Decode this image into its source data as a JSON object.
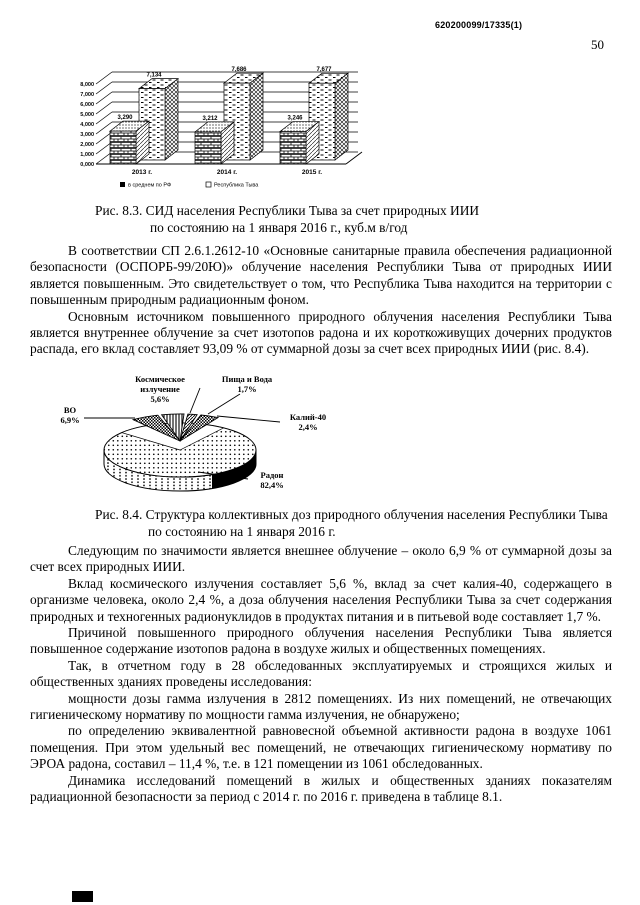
{
  "header": {
    "doc_code": "620200099/17335(1)",
    "page_number": "50"
  },
  "chart_data": [
    {
      "type": "bar",
      "title": "СИД населения Республики Тыва за счет природных ИИИ по состоянию на 1 января 2016 г., куб.м в/год",
      "categories": [
        "2013 г.",
        "2014 г.",
        "2015 г."
      ],
      "series": [
        {
          "name": "в среднем по РФ",
          "values": [
            3290,
            3212,
            3246
          ],
          "labels": [
            "3,290",
            "3,212",
            "3,246"
          ]
        },
        {
          "name": "Республика Тыва",
          "values": [
            7134,
            7686,
            7677
          ],
          "labels": [
            "7,134",
            "7,686",
            "7,677"
          ]
        }
      ],
      "ylim": [
        0,
        8000
      ],
      "yticks": [
        "8,000",
        "7,000",
        "6,000",
        "5,000",
        "4,000",
        "3,000",
        "2,000",
        "1,000",
        "0,000"
      ],
      "grid": true,
      "legend_position": "bottom",
      "style": "3d-monochrome-patterned"
    },
    {
      "type": "pie",
      "title": "Структура коллективных доз природного облучения населения Республики Тыва по состоянию на 1 января 2016 г.",
      "slices": [
        {
          "label": "Радон",
          "pct": 82.4
        },
        {
          "label": "ВО",
          "pct": 6.9
        },
        {
          "label": "Космическое излучение",
          "pct": 5.6
        },
        {
          "label": "Калий-40",
          "pct": 2.4
        },
        {
          "label": "Пища и Вода",
          "pct": 1.7
        }
      ],
      "style": "3d-exploded-monochrome"
    }
  ],
  "fig83": {
    "caption_line1": "Рис. 8.3.  СИД населения Республики Тыва за счет природных ИИИ",
    "caption_line2": "по состоянию на 1 января 2016 г., куб.м в/год"
  },
  "fig84": {
    "caption_line1": "Рис. 8.4. Структура коллективных доз природного облучения населения Республики Тыва",
    "caption_line2": "по состоянию на 1 января 2016 г."
  },
  "pie_labels": {
    "cosmic": {
      "l1": "Космическое",
      "l2": "излучение",
      "pct": "5,6%"
    },
    "food": {
      "l1": "Пища и Вода",
      "pct": "1,7%"
    },
    "vo": {
      "l1": "ВО",
      "pct": "6,9%"
    },
    "kaliy": {
      "l1": "Калий-40",
      "pct": "2,4%"
    },
    "radon": {
      "l1": "Радон",
      "pct": "82,4%"
    }
  },
  "paragraphs": {
    "p1": "В соответствии СП 2.6.1.2612-10 «Основные санитарные правила обеспечения радиационной безопасности (ОСПОРБ-99/20Ю)» облучение населения Республики Тыва от природных ИИИ является повышенным. Это свидетельствует о том, что Республика Тыва находится на территории с повышенным природным радиационным фоном.",
    "p2": "Основным источником повышенного природного облучения населения Республики Тыва является внутреннее облучение за счет изотопов радона и их короткоживущих дочерних продуктов распада, его вклад составляет 93,09 % от суммарной дозы за счет всех природных ИИИ (рис. 8.4).",
    "p3": "Следующим по значимости является внешнее облучение – около 6,9 % от суммарной дозы за счет всех природных ИИИ.",
    "p4": "Вклад космического излучения составляет 5,6 %, вклад за счет калия-40, содержащего в организме человека, около 2,4 %, а доза облучения населения Республики Тыва за счет содержания природных и техногенных радионуклидов в продуктах питания и в питьевой воде составляет 1,7 %.",
    "p5": "Причиной повышенного природного облучения населения Республики Тыва является повышенное содержание изотопов радона в воздухе жилых и общественных помещениях.",
    "p6": "Так, в отчетном году в 28 обследованных эксплуатируемых и строящихся жилых и общественных зданиях проведены исследования:",
    "p7": "мощности дозы гамма излучения в 2812 помещениях. Из них помещений, не отвечающих гигиеническому нормативу по мощности гамма излучения, не обнаружено;",
    "p8": "по определению эквивалентной равновесной объемной активности радона в воздухе 1061 помещения. При этом удельный вес помещений, не отвечающих гигиеническому нормативу по ЭРОА радона, составил – 11,4 %, т.е. в 121 помещении из 1061 обследованных.",
    "p9": "Динамика исследований помещений в жилых и общественных зданиях показателям радиационной безопасности за период с 2014 г. по 2016 г. приведена в таблице 8.1."
  },
  "colors": {
    "ink": "#000000",
    "paper": "#ffffff"
  }
}
